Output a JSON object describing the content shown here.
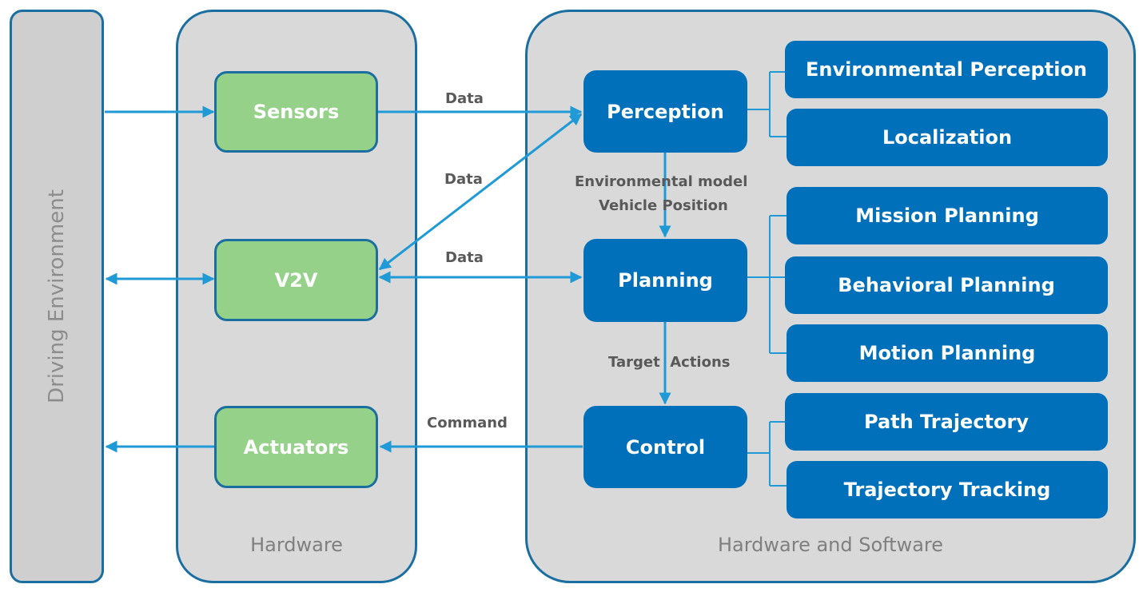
{
  "colors": {
    "panel_border": "#1a6fa0",
    "arrow": "#1f9ad6",
    "hardware_box": "#96d18a",
    "software_box": "#0070ba",
    "label_text": "#595959",
    "caption_text": "#7f7f7f"
  },
  "panels": {
    "environment": "Driving Environment",
    "hardware": "Hardware",
    "hardware_software": "Hardware and Software"
  },
  "hardware_nodes": {
    "sensors": "Sensors",
    "v2v": "V2V",
    "actuators": "Actuators"
  },
  "software_nodes": {
    "perception": "Perception",
    "planning": "Planning",
    "control": "Control"
  },
  "subtasks": {
    "perception": [
      "Environmental Perception",
      "Localization"
    ],
    "planning": [
      "Mission Planning",
      "Behavioral Planning",
      "Motion Planning"
    ],
    "control": [
      "Path Trajectory",
      "Trajectory Tracking"
    ]
  },
  "edge_labels": {
    "sensors_to_perception": "Data",
    "v2v_perception": "Data",
    "v2v_planning": "Data",
    "perception_to_planning_line1": "Environmental model",
    "perception_to_planning_line2": "Vehicle Position",
    "planning_to_control": "Target  Actions",
    "control_to_actuators": "Command"
  }
}
